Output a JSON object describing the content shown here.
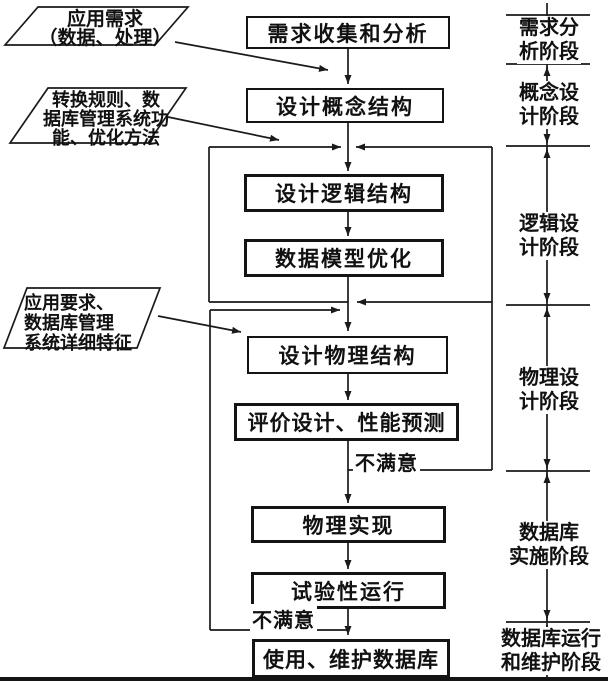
{
  "flow_boxes": [
    {
      "id": "requirements-analysis",
      "label": "需求收集和分析"
    },
    {
      "id": "conceptual-design",
      "label": "设计概念结构"
    },
    {
      "id": "logical-design",
      "label": "设计逻辑结构"
    },
    {
      "id": "model-optimization",
      "label": "数据模型优化"
    },
    {
      "id": "physical-design",
      "label": "设计物理结构"
    },
    {
      "id": "evaluation-prediction",
      "label": "评价设计、性能预测"
    },
    {
      "id": "physical-implementation",
      "label": "物理实现"
    },
    {
      "id": "trial-run",
      "label": "试验性运行"
    },
    {
      "id": "use-maintain",
      "label": "使用、维护数据库"
    }
  ],
  "inputs": [
    {
      "id": "app-requirements",
      "lines": [
        "应用需求",
        "（数据、处理）"
      ]
    },
    {
      "id": "conversion-rules",
      "lines": [
        "转换规则、数",
        "据库管理系统功",
        "能、优化方法"
      ]
    },
    {
      "id": "dbms-detail-features",
      "lines": [
        "应用要求、",
        "数据库管理",
        "系统详细特征"
      ]
    }
  ],
  "phases": [
    {
      "id": "phase-requirements",
      "lines": [
        "需求分",
        "析阶段"
      ]
    },
    {
      "id": "phase-conceptual",
      "lines": [
        "概念设",
        "计阶段"
      ]
    },
    {
      "id": "phase-logical",
      "lines": [
        "逻辑设",
        "计阶段"
      ]
    },
    {
      "id": "phase-physical",
      "lines": [
        "物理设",
        "计阶段"
      ]
    },
    {
      "id": "phase-implementation",
      "lines": [
        "数据库",
        "实施阶段"
      ]
    },
    {
      "id": "phase-operation",
      "lines": [
        "数据库运行",
        "和维护阶段"
      ]
    }
  ],
  "feedback": {
    "evaluate_label": "不满意",
    "trial_label": "不满意"
  },
  "colors": {
    "line": "#1a1a1a",
    "box_border": "#141414",
    "background": "#ffffff",
    "text": "#111111"
  }
}
